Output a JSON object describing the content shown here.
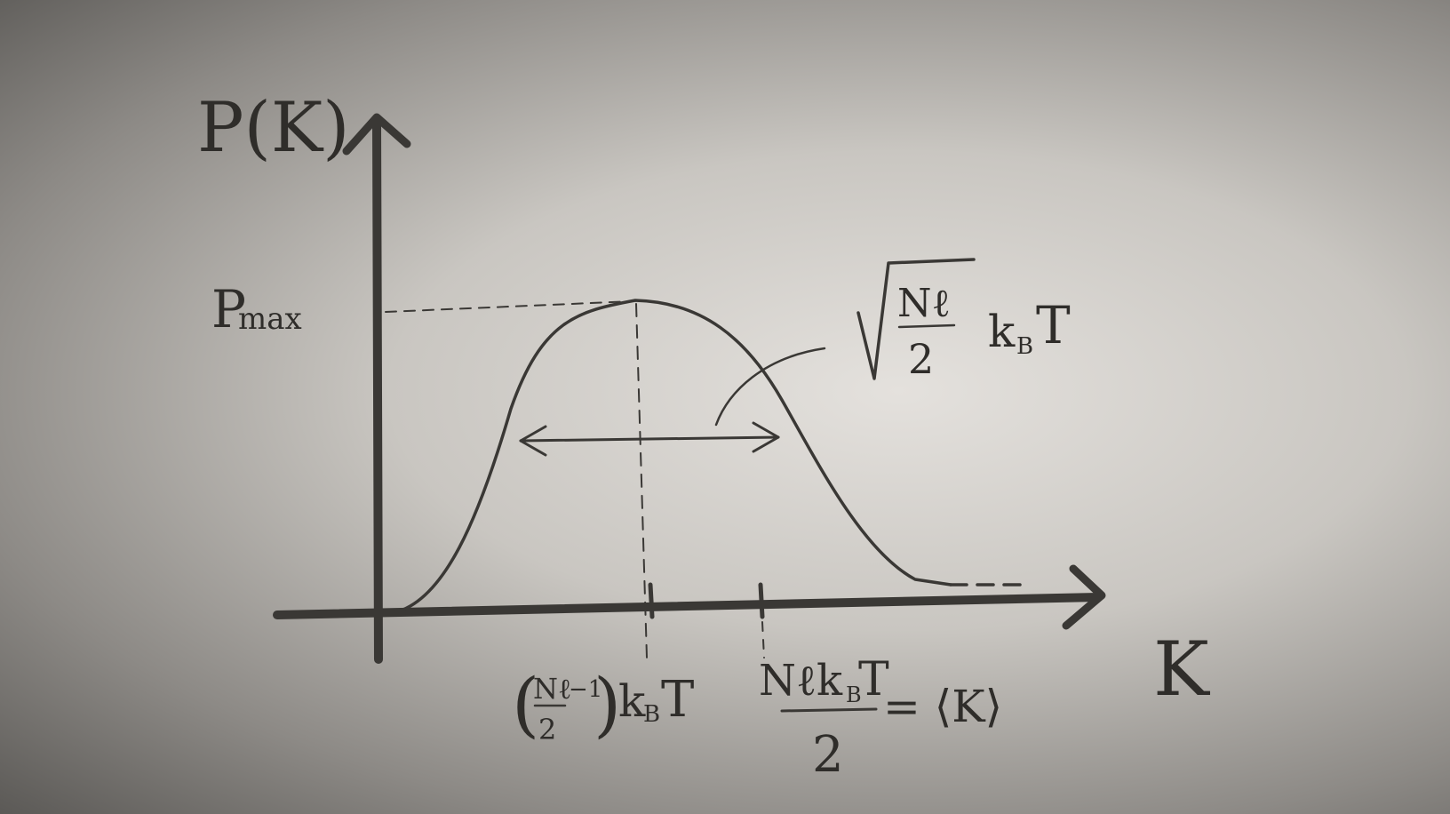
{
  "diagram": {
    "y_axis_label": "P(K)",
    "x_axis_label": "K",
    "peak_label": "P",
    "peak_label_sub": "max",
    "mode_label": {
      "num": "Nℓ",
      "minus_one": "−1",
      "den": "2",
      "suffix": "k",
      "suffix_sub": "B",
      "suffix_tail": "T"
    },
    "mean_label": {
      "num": "Nℓk",
      "num_sub": "B",
      "num_tail": "T",
      "den": "2",
      "eq": "= ⟨K⟩"
    },
    "width_label": {
      "num": "Nℓ",
      "den": "2",
      "suffix": "k",
      "suffix_sub": "B",
      "suffix_tail": "T"
    },
    "colors": {
      "ink": "#3a3835",
      "paper": "#d9d6d2"
    }
  }
}
